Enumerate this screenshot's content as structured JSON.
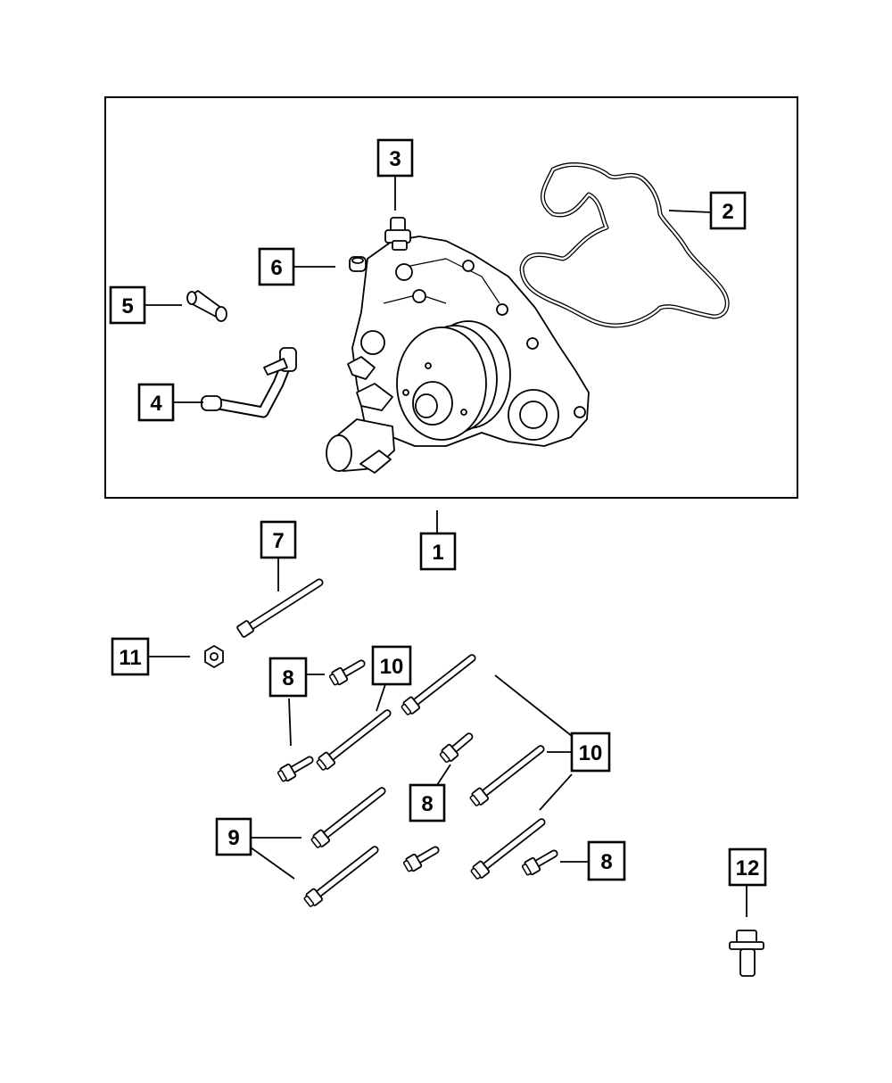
{
  "diagram": {
    "callouts": [
      {
        "id": "callout-1",
        "text": "1"
      },
      {
        "id": "callout-2",
        "text": "2"
      },
      {
        "id": "callout-3",
        "text": "3"
      },
      {
        "id": "callout-4",
        "text": "4"
      },
      {
        "id": "callout-5",
        "text": "5"
      },
      {
        "id": "callout-6",
        "text": "6"
      },
      {
        "id": "callout-7",
        "text": "7"
      },
      {
        "id": "callout-8a",
        "text": "8"
      },
      {
        "id": "callout-8b",
        "text": "8"
      },
      {
        "id": "callout-8c",
        "text": "8"
      },
      {
        "id": "callout-9",
        "text": "9"
      },
      {
        "id": "callout-10a",
        "text": "10"
      },
      {
        "id": "callout-10b",
        "text": "10"
      },
      {
        "id": "callout-11",
        "text": "11"
      },
      {
        "id": "callout-12",
        "text": "12"
      }
    ]
  }
}
